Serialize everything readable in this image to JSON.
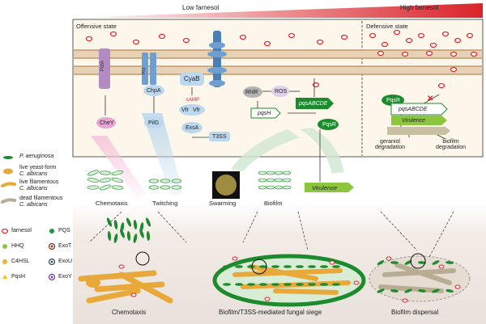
{
  "header": {
    "low_label": "Low farnesol",
    "high_label": "High farnesol",
    "gradient_color": "#d9232a"
  },
  "panel": {
    "offensive_label": "Offensive state",
    "defensive_label": "Defensive state",
    "pathway": {
      "pcta": "PctA",
      "pilj": "PilJ",
      "chpa": "ChpA",
      "cyab": "CyaB",
      "camp": "cAMP",
      "vfr1": "Vfr",
      "vfr2": "Vfr",
      "exsa": "ExsA",
      "t3ss": "T3SS",
      "chey": "CheY",
      "pilg": "PilG",
      "rhlr": "RhlR",
      "ros": "ROS",
      "pqsabcde": "pqsABCDE",
      "pqsh": "pqsH",
      "pqsr": "PqsR",
      "pqsr_def": "PqsR",
      "pqsabcde_def": "pqsABCDE",
      "virulence_def": "Virulence",
      "geraniol": "geraniol\ndegradation",
      "biofilm_deg": "biofilm\ndegradation"
    }
  },
  "outputs": [
    "Chemotaxis",
    "Twitching",
    "Swarming",
    "Biofilm",
    "Virulence"
  ],
  "legend": {
    "organisms": [
      {
        "label": "P. aeruginosa",
        "italic": true,
        "icon": "rod-icon"
      },
      {
        "label": "live yeast-form C. albicans",
        "italic_part": "C. albicans",
        "icon": "yeast-icon"
      },
      {
        "label": "live filamentous C. albicans",
        "italic_part": "C. albicans",
        "icon": "filament-icon"
      },
      {
        "label": "dead filamentous C. albicans",
        "italic_part": "C. albicans",
        "icon": "dead-filament-icon"
      }
    ],
    "molecules": [
      {
        "label": "farnesol",
        "icon": "farnesol-icon",
        "color": "#e2232a"
      },
      {
        "label": "PQS",
        "icon": "pqs-icon",
        "color": "#1d9b3a"
      },
      {
        "label": "HHQ",
        "icon": "hhq-icon",
        "color": "#8cc63f"
      },
      {
        "label": "ExoT",
        "icon": "exot-icon",
        "color": "#7a2a1a"
      },
      {
        "label": "C4HSL",
        "icon": "c4hsl-icon",
        "color": "#f2b233"
      },
      {
        "label": "ExoU",
        "icon": "exou-icon",
        "color": "#2a4a5a"
      },
      {
        "label": "PqsH",
        "icon": "pqsh-icon",
        "color": "#f2c21a"
      },
      {
        "label": "ExoY",
        "icon": "exoy-icon",
        "color": "#6a3aa0"
      }
    ]
  },
  "bottom": {
    "labels": [
      "Chemotaxis",
      "Biofilm/T3SS-mediated fungal siege",
      "Biofilm dispersal"
    ]
  },
  "colors": {
    "membrane": "#c9a07a",
    "panel_bg": "#fdf6ea",
    "pseudomonas": "#1e8a2e",
    "candida": "#e8a93a",
    "dead_candida": "#b8ad94"
  }
}
